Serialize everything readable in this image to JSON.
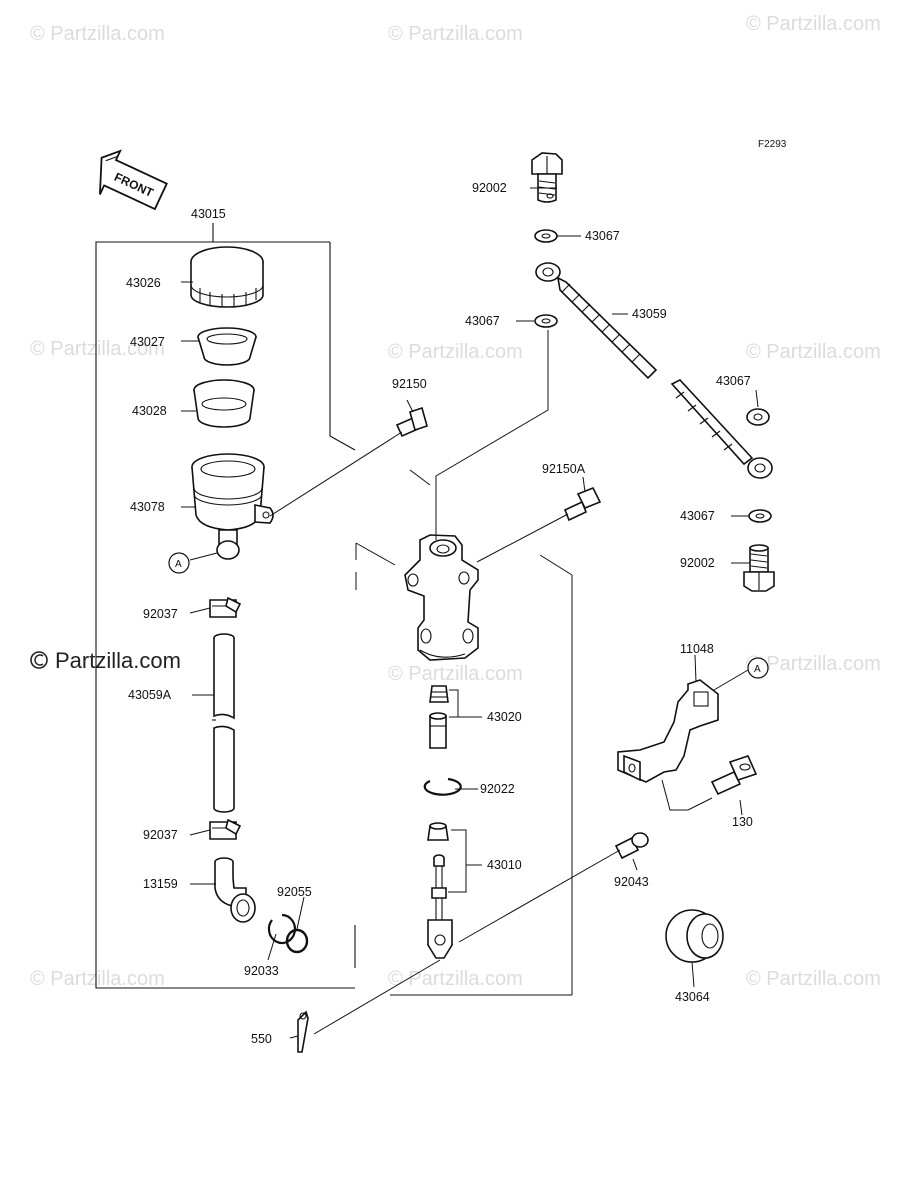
{
  "figure_code": "F2293",
  "front_arrow": "FRONT",
  "callout_ref": "A",
  "watermark": {
    "text": "© Partzilla.com",
    "brand": "Partzilla.com",
    "copyright_icon": "copyright-icon"
  },
  "parts": {
    "p43015": "43015",
    "p43026": "43026",
    "p43027": "43027",
    "p43028": "43028",
    "p43078": "43078",
    "p92037a": "92037",
    "p43059A": "43059A",
    "p92037b": "92037",
    "p13159": "13159",
    "p92055": "92055",
    "p92033": "92033",
    "p92150": "92150",
    "p92150A": "92150A",
    "p43020": "43020",
    "p92022": "92022",
    "p43010": "43010",
    "p550": "550",
    "p92002a": "92002",
    "p43067a": "43067",
    "p43067b": "43067",
    "p43059": "43059",
    "p43067c": "43067",
    "p43067d": "43067",
    "p92002b": "92002",
    "p11048": "11048",
    "p130": "130",
    "p92043": "92043",
    "p43064": "43064"
  },
  "colors": {
    "line": "#111111",
    "watermark": "#dcdcdc",
    "background": "#ffffff"
  }
}
